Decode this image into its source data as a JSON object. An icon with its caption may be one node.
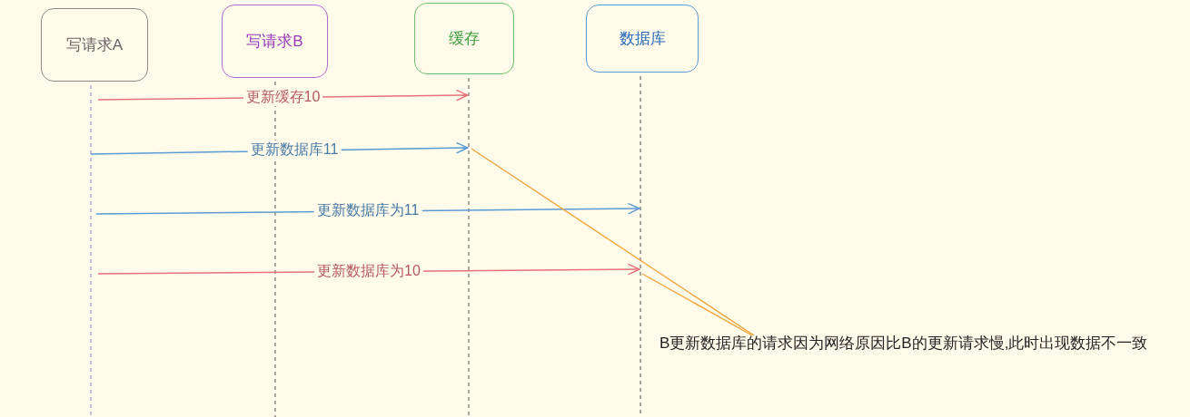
{
  "diagram": {
    "nodes": [
      {
        "text": [
          "写请求A"
        ]
      },
      {
        "text": [
          "写请求B"
        ]
      },
      {
        "text": [
          "缓存"
        ]
      },
      {
        "text": [
          "数据库"
        ]
      },
      {
        "text": [
          "B更新数据库的请求因为网络原因比B的更新请求慢,此时出现数据不一致"
        ]
      }
    ],
    "edges": [
      {
        "from": 0,
        "to": 2,
        "arrow": "to",
        "label": "更新缓存10",
        "color": "#e8707a"
      },
      {
        "from": 0,
        "to": 2,
        "arrow": "to",
        "label": "更新数据库11",
        "color": "#5b9bd5"
      },
      {
        "from": 0,
        "to": 3,
        "arrow": "to",
        "label": "更新数据库为11",
        "color": "#5b9bd5"
      },
      {
        "from": 0,
        "to": 3,
        "arrow": "to",
        "label": "更新数据库为10",
        "color": "#e8707a"
      },
      {
        "from": 4,
        "to": 2,
        "arrow": "none",
        "color": "#f2a33a"
      },
      {
        "from": 4,
        "to": 3,
        "arrow": "none",
        "color": "#f2a33a"
      }
    ]
  }
}
